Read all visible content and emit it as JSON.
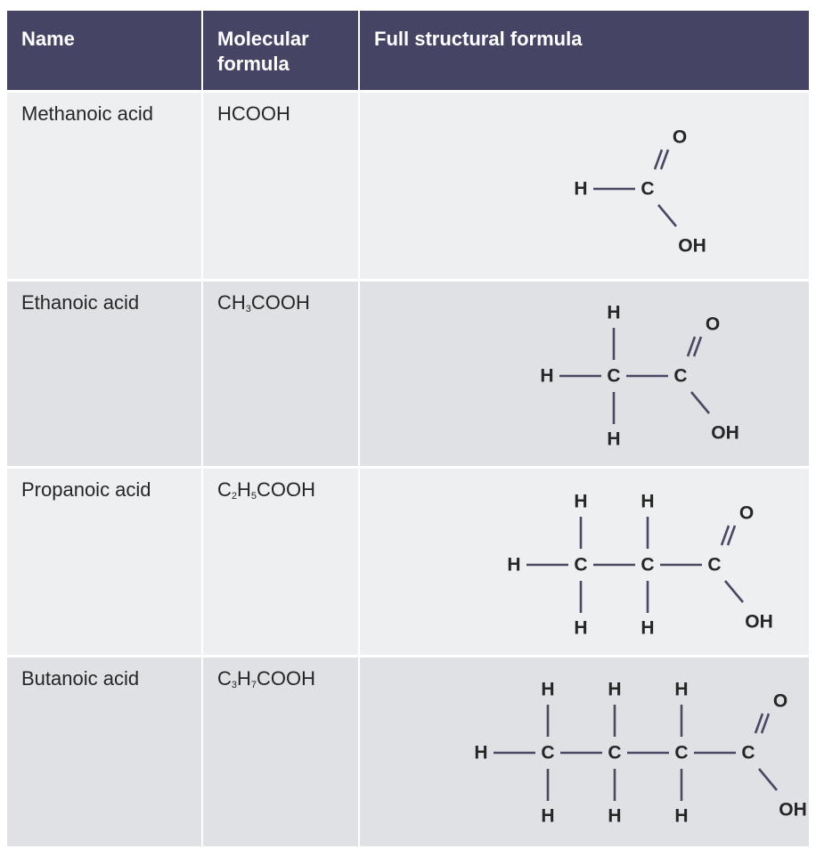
{
  "table": {
    "headers": [
      "Name",
      "Molecular formula",
      "Full structural formula"
    ],
    "rows": [
      {
        "name": "Methanoic acid",
        "formula_parts": [
          {
            "t": "HCOOH"
          }
        ],
        "carbons": 1
      },
      {
        "name": "Ethanoic acid",
        "formula_parts": [
          {
            "t": "CH"
          },
          {
            "s": "3"
          },
          {
            "t": "COOH"
          }
        ],
        "carbons": 2
      },
      {
        "name": "Propanoic acid",
        "formula_parts": [
          {
            "t": "C"
          },
          {
            "s": "2"
          },
          {
            "t": "H"
          },
          {
            "s": "5"
          },
          {
            "t": "COOH"
          }
        ],
        "carbons": 3
      },
      {
        "name": "Butanoic acid",
        "formula_parts": [
          {
            "t": "C"
          },
          {
            "s": "3"
          },
          {
            "t": "H"
          },
          {
            "s": "7"
          },
          {
            "t": "COOH"
          }
        ],
        "carbons": 4
      }
    ]
  },
  "atoms": {
    "hydrogen": "H",
    "carbon": "C",
    "oxygen": "O",
    "hydroxyl": "OH"
  },
  "colors": {
    "header_bg": "#464464",
    "row_light": "#eeeff1",
    "row_dark": "#e0e1e4",
    "bond": "#4a4862",
    "text": "#262626"
  }
}
